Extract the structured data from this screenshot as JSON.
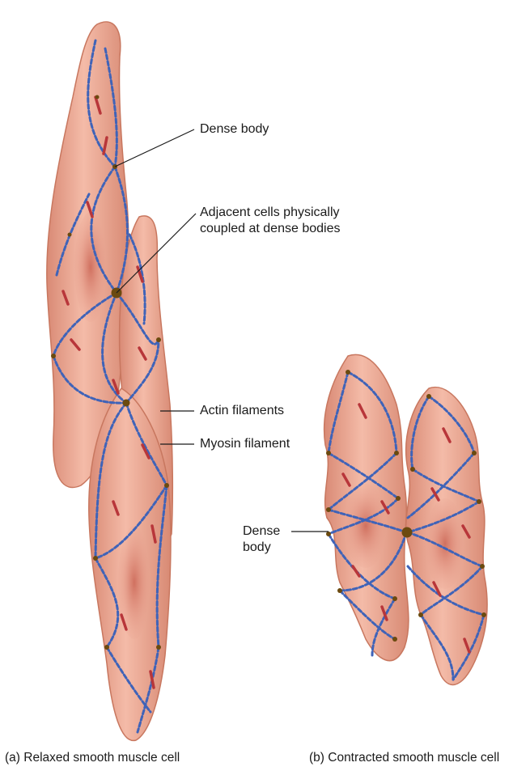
{
  "labels": {
    "dense_body_top": "Dense body",
    "adjacent_line1": "Adjacent cells physically",
    "adjacent_line2": "coupled at dense bodies",
    "actin": "Actin filaments",
    "myosin": "Myosin filament",
    "dense_body_right_line1": "Dense",
    "dense_body_right_line2": "body"
  },
  "captions": {
    "relaxed": "(a) Relaxed smooth muscle cell",
    "contracted": "(b) Contracted smooth muscle cell"
  },
  "colors": {
    "cell_fill": "#ecab97",
    "cell_edge": "#c8775f",
    "nucleus": "#d98472",
    "actin_blue": "#3f63b8",
    "myosin_red": "#b8363a",
    "dense_body": "#6b4a0f",
    "leader_line": "#1a1a1a"
  }
}
